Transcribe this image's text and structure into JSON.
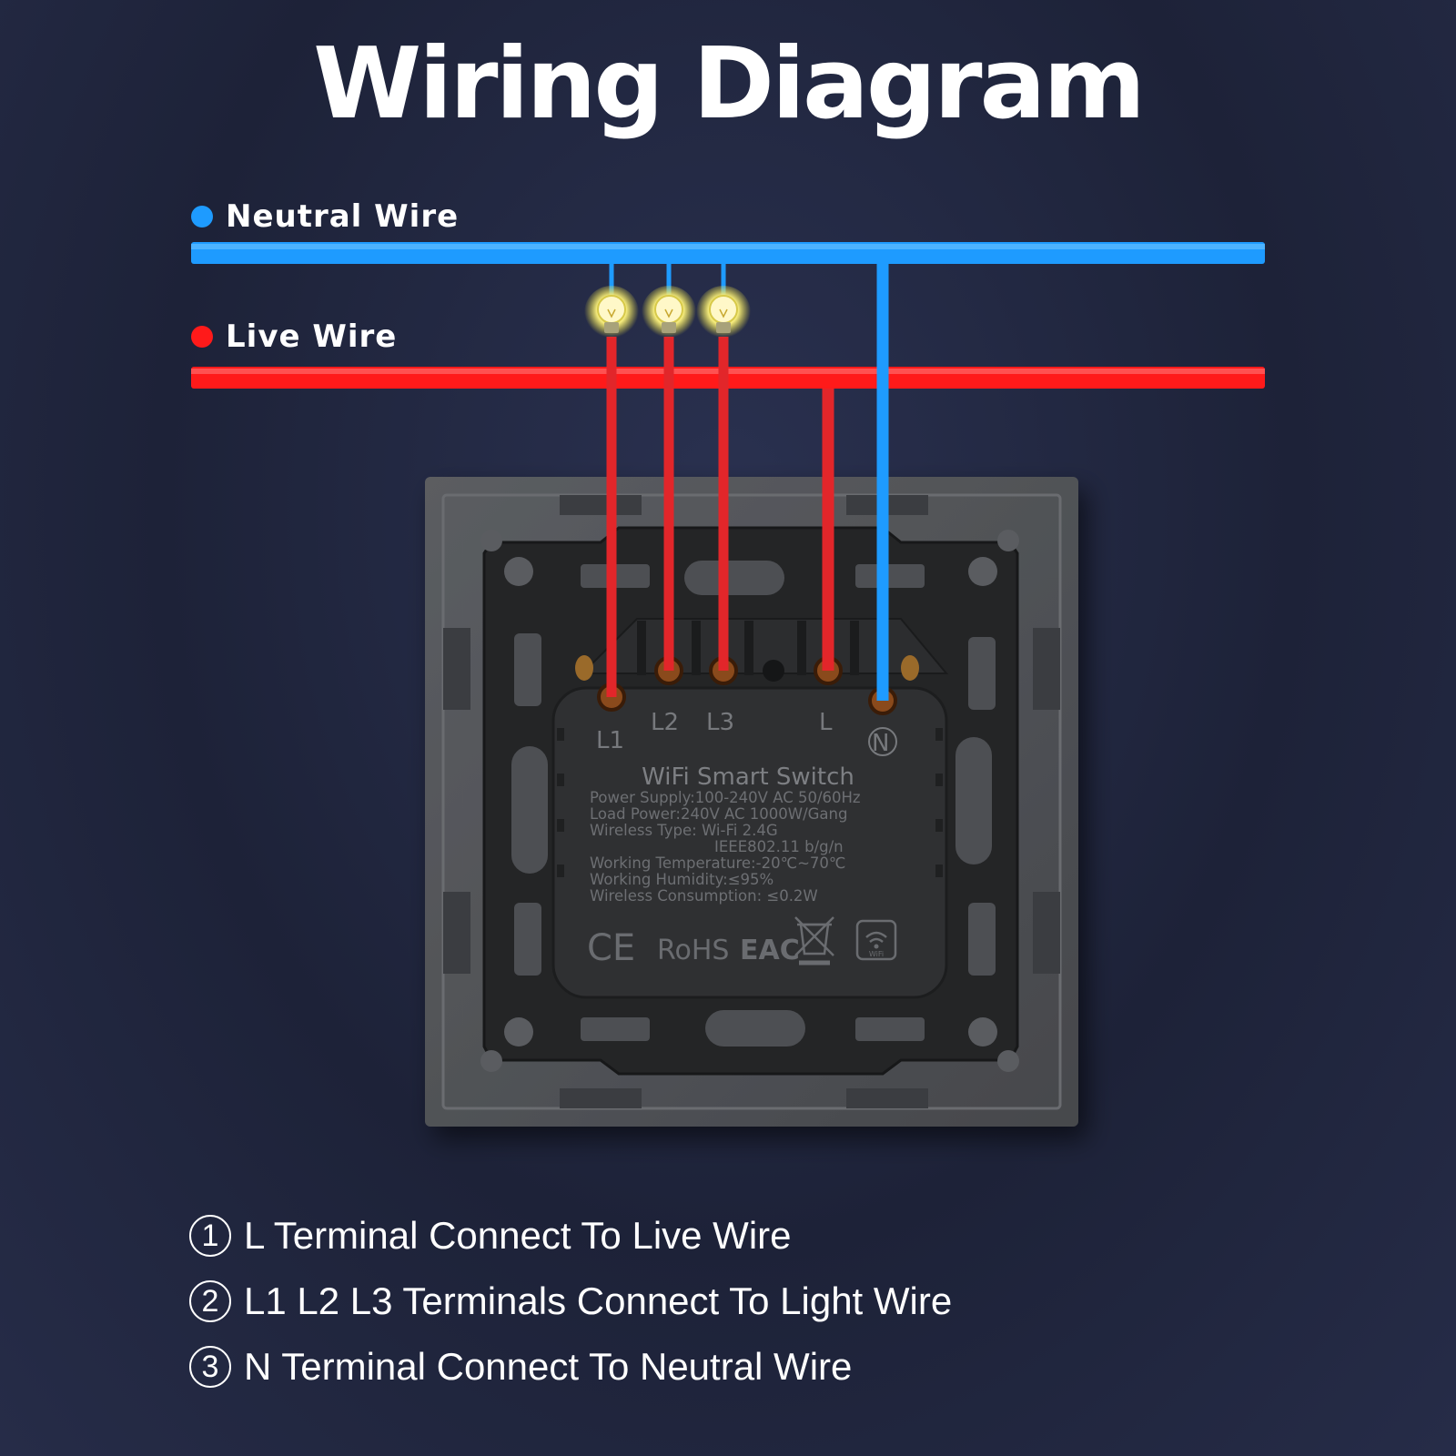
{
  "title": "Wiring Diagram",
  "legend": {
    "neutral": {
      "label": "Neutral Wire",
      "color": "#1e9bff"
    },
    "live": {
      "label": "Live Wire",
      "color": "#ff1a1a"
    }
  },
  "device": {
    "name": "WiFi Smart Switch",
    "terminals": {
      "l1": "L1",
      "l2": "L2",
      "l3": "L3",
      "l": "L",
      "n": "N"
    },
    "specs": [
      "Power Supply:100-240V AC 50/60Hz",
      "Load Power:240V AC 1000W/Gang",
      "Wireless Type: Wi-Fi 2.4G",
      "IEEE802.11 b/g/n",
      "Working Temperature:-20℃~70℃",
      "Working Humidity:≤95%",
      "Wireless Consumption: ≤0.2W"
    ],
    "marks": {
      "ce": "CE",
      "rohs": "RoHS",
      "eac": "EAC",
      "wifi": "WiFi"
    }
  },
  "notes": [
    {
      "num": "1",
      "text": "L Terminal Connect To Live Wire"
    },
    {
      "num": "2",
      "text": "L1 L2 L3 Terminals Connect To Light Wire"
    },
    {
      "num": "3",
      "text": "N Terminal Connect To Neutral Wire"
    }
  ]
}
